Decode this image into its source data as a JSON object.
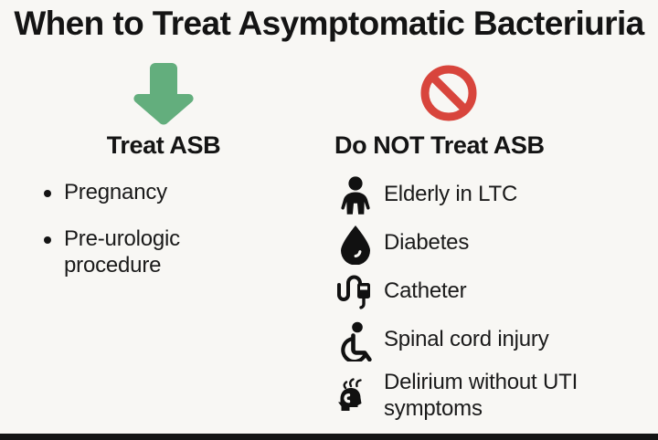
{
  "slide": {
    "title": "When to Treat Asymptomatic Bacteriuria",
    "background_color": "#f8f7f4",
    "bottom_border_color": "#141414"
  },
  "treat_column": {
    "icon": "green-down-arrow-icon",
    "icon_color": "#63ae7d",
    "heading": "Treat ASB",
    "items": [
      {
        "text": "Pregnancy"
      },
      {
        "text": "Pre-urologic procedure"
      }
    ]
  },
  "do_not_treat_column": {
    "icon": "prohibition-sign-icon",
    "icon_color": "#d8453c",
    "heading": "Do NOT Treat ASB",
    "items": [
      {
        "icon": "elderly-person-icon",
        "text": "Elderly in LTC"
      },
      {
        "icon": "blood-drop-icon",
        "text": "Diabetes"
      },
      {
        "icon": "catheter-bag-icon",
        "text": "Catheter"
      },
      {
        "icon": "wheelchair-icon",
        "text": "Spinal cord injury"
      },
      {
        "icon": "confused-head-icon",
        "text": "Delirium without UTI symptoms"
      }
    ]
  }
}
